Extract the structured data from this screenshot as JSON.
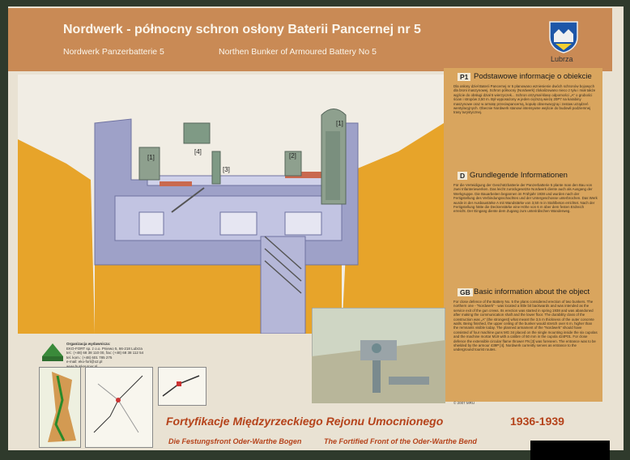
{
  "header": {
    "title": "Nordwerk - północny schron osłony Baterii Pancernej nr 5",
    "subtitle_de": "Nordwerk Panzerbatterie 5",
    "subtitle_en": "Northen Bunker of Armoured Battery No 5",
    "town": "Lubrza"
  },
  "callouts": [
    "[1]",
    "[4]",
    "[3]",
    "[2]",
    "[1]"
  ],
  "sections": [
    {
      "label": "P1",
      "heading": "Podstawowe informacje o obiekcie",
      "text": "Dla osłony dzieł Baterii Pancernej nr 5 planowano wzniesienie dwóch schronów bojowych dla broni maszynowej. Schron północny (Nordwerk) zlokalizowano nieco z tyłu i miał także wyjście do obsługi dział 5 wierzyczek... Schron otrzymał klasę odporności „A” o grubości ścian i stropów 3,50 m. Był wyposażony w jeden cięższą wieżę 20P7 na karabiny maszynowe oraz w armatę przeciwpancerną, kopułę obserwacyjną i zestaw urządzeń wentylacyjnych. Obecnie Nordwerk stanowi intensywne wejście do budowli podziemnej trasy turystycznej."
    },
    {
      "label": "D",
      "heading": "Grundlegende Informationen",
      "text": "Für die Verteidigung der Geschützbatterie der Panzerbatterie 5 plante man den Bau von zwei Infanteriewerken. Das leicht zurückgesetzte Nordwerk diente auch als Ausgang der Werkgruppe. Die Bauarbeiten begannen im Frühjahr 1938 und wurden nach der Fertigstellung des Verbindungsschachtes und der Untergeschosse unterbrochen. Das Werk wurde in der Ausbaustärke A mit Wandstärke von 3,50 m in Stahlbeton errichtet. Nach der Fertigstellung hätte die Deckenstärke eine Höhe von 6 m über dem festen Erdreich erreicht. Der Eingang diente dem Zugang zum unterirdischen Wanderweg."
    },
    {
      "label": "GB",
      "heading": "Basic information about the object",
      "text": "For close defence of the Battery No. 5 the plans considered erection of two bunkers. The northern one - “Nordwerk” - was located a little bit backwards and was intended as the service exit of the gun crews. Its erection was started in spring 1938 and was abandoned after making the communication shaft and the lower floor. The durability class of the construction was „A” (the strongest) what meant the 3,5 m thickness of the outer concrete walls. Being finished, the upper ceiling of the bunker would stretch over 6 m. higher than the remnants visible today. The planned armament of the “Nordwerk” should have consisted of four machine guns MG 34 placed on the single mounting inside the six cupolas and the machine mortar M19 with a calibre of 50 mm in the cupola 424P01. For close defence the extensible circular flame thrower FN [3] was foreseen. The entrance was to be shielded by the armour 439P [4]. Nordwerk currently serves as entrance to the underground tourist routes."
    }
  ],
  "organizer": {
    "heading": "Organizacja wydawnicza:",
    "lines": [
      "EKO-FORT sp. z o.o. Pniewo 5, 66-218 Lubrza",
      "tel.: (+48) 68 38 110 00, fax: (+48) 68 38 112 54",
      "tel. kom.: (+48) 601 785 275",
      "e-mail: eko-fort@o2.pl",
      "www.bunker-tour.pl"
    ]
  },
  "copyright": "© 2007 MRU",
  "footer": {
    "title": "Fortyfikacje Międzyrzeckiego Rejonu Umocnionego",
    "years": "1936-1939",
    "sub_de": "Die Festungsfront Oder-Warthe Bogen",
    "sub_en": "The Fortified Front of the Oder-Warthe Bend"
  },
  "colors": {
    "header": "#c98a55",
    "panel": "#d9a55e",
    "earth": "#e7a42a",
    "concrete": "#9ea1c8",
    "accent": "#b5431b"
  },
  "icons": [
    "lubrza-crest-icon",
    "eko-fort-logo-icon"
  ]
}
